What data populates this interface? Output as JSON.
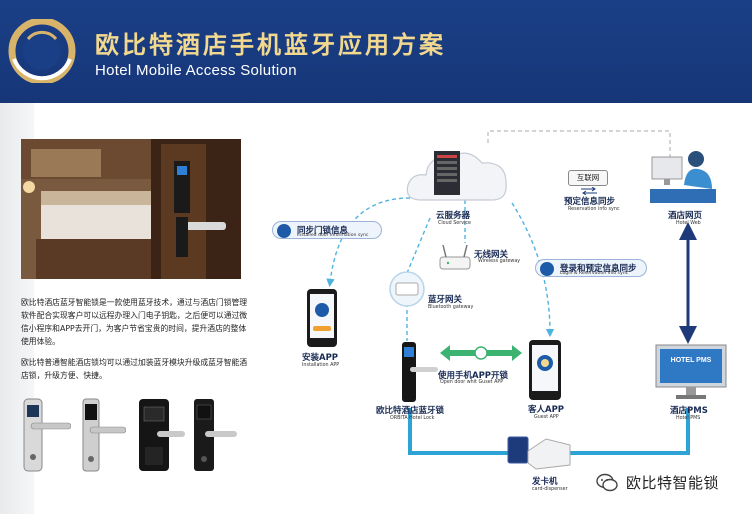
{
  "header": {
    "title_cn": "欧比特酒店手机蓝牙应用方案",
    "title_en": "Hotel Mobile Access Solution"
  },
  "intro": {
    "paragraph1": "欧比特酒店蓝牙智能锁是一款使用蓝牙技术，通过与酒店门锁管理软件配合实现客户可以远程办理入门电子钥匙，之后便可以通过微信小程序和APP去开门，为客户节省宝贵的时间，提升酒店的整体使用体验。",
    "paragraph2": "欧比特普通智能酒店锁均可以通过加装蓝牙模块升级成蓝牙智能酒店锁，升级方便、快捷。"
  },
  "diagram": {
    "cloud": {
      "cn": "云服务器",
      "en": "Cloud Service"
    },
    "internet": {
      "cn": "互联网"
    },
    "reservation_sync": {
      "cn": "预定信息同步",
      "en": "Reservation info sync"
    },
    "hotel_web": {
      "cn": "酒店网页",
      "en": "Hotel Web"
    },
    "sync_lock_info": {
      "cn": "同步门锁信息",
      "en": "Installed door information sync"
    },
    "wireless_gateway": {
      "cn": "无线网关",
      "en": "Wireless gateway"
    },
    "login_sync": {
      "cn": "登录和预定信息同步",
      "en": "Login & Reservation info sync"
    },
    "bluetooth_gateway": {
      "cn": "蓝牙网关",
      "en": "Bluetooth gateway"
    },
    "install_app": {
      "cn": "安装APP",
      "en": "Installation APP"
    },
    "open_with_app": {
      "cn": "使用手机APP开锁",
      "en": "Open door whit Guset APP"
    },
    "hotel_lock": {
      "cn": "欧比特酒店蓝牙锁",
      "en": "ORBITA Hotel Lock"
    },
    "guest_app": {
      "cn": "客人APP",
      "en": "Guest APP"
    },
    "hotel_pms": {
      "cn": "酒店PMS",
      "en": "Hotel PMS"
    },
    "pms_screen": "HOTEL PMS",
    "card_dispenser": {
      "cn": "发卡机",
      "en": "card-dispenser"
    }
  },
  "watermark": {
    "text": "欧比特智能锁"
  },
  "colors": {
    "header_bg": "#1b3f86",
    "title_gold": "#f2d98f",
    "flow_line": "#2ea3d6",
    "arrow_navy": "#1e3a7a",
    "accent_green": "#3cb371"
  }
}
